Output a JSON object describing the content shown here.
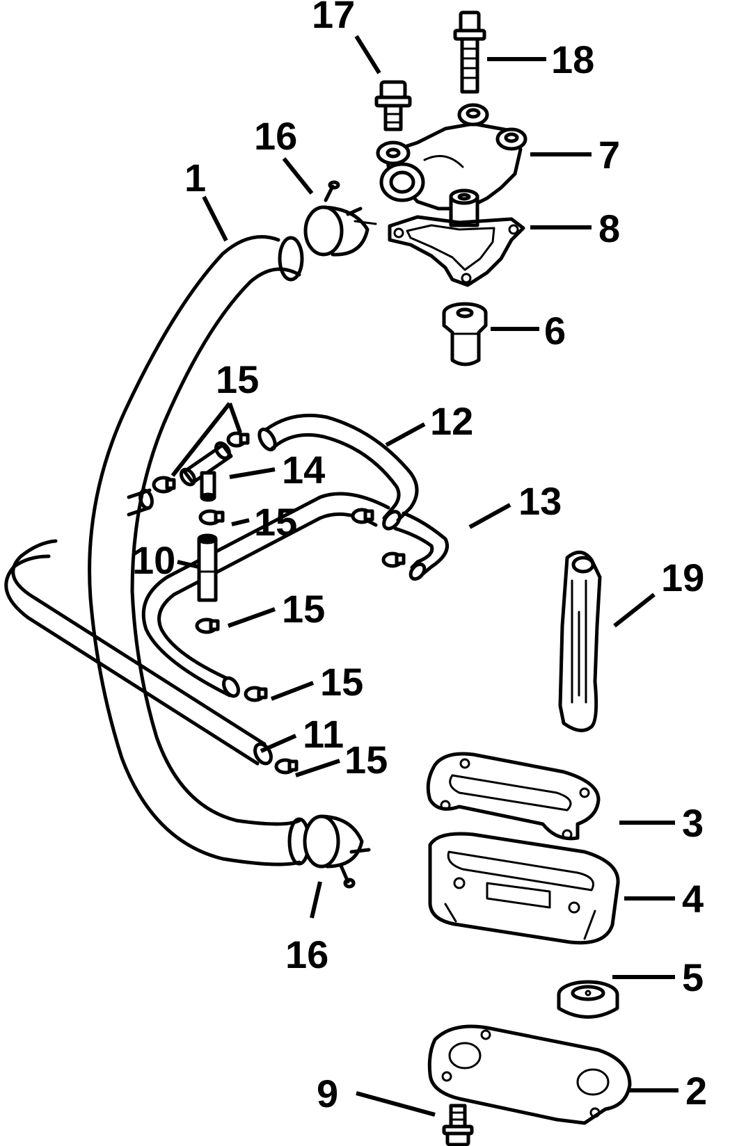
{
  "callouts": {
    "c1": "1",
    "c2": "2",
    "c3": "3",
    "c4": "4",
    "c5": "5",
    "c6": "6",
    "c7": "7",
    "c8": "8",
    "c9": "9",
    "c10": "10",
    "c11": "11",
    "c12": "12",
    "c13": "13",
    "c14": "14",
    "c15a": "15",
    "c15b": "15",
    "c15c": "15",
    "c15d": "15",
    "c15e": "15",
    "c16a": "16",
    "c16b": "16",
    "c17": "17",
    "c18": "18",
    "c19": "19"
  }
}
